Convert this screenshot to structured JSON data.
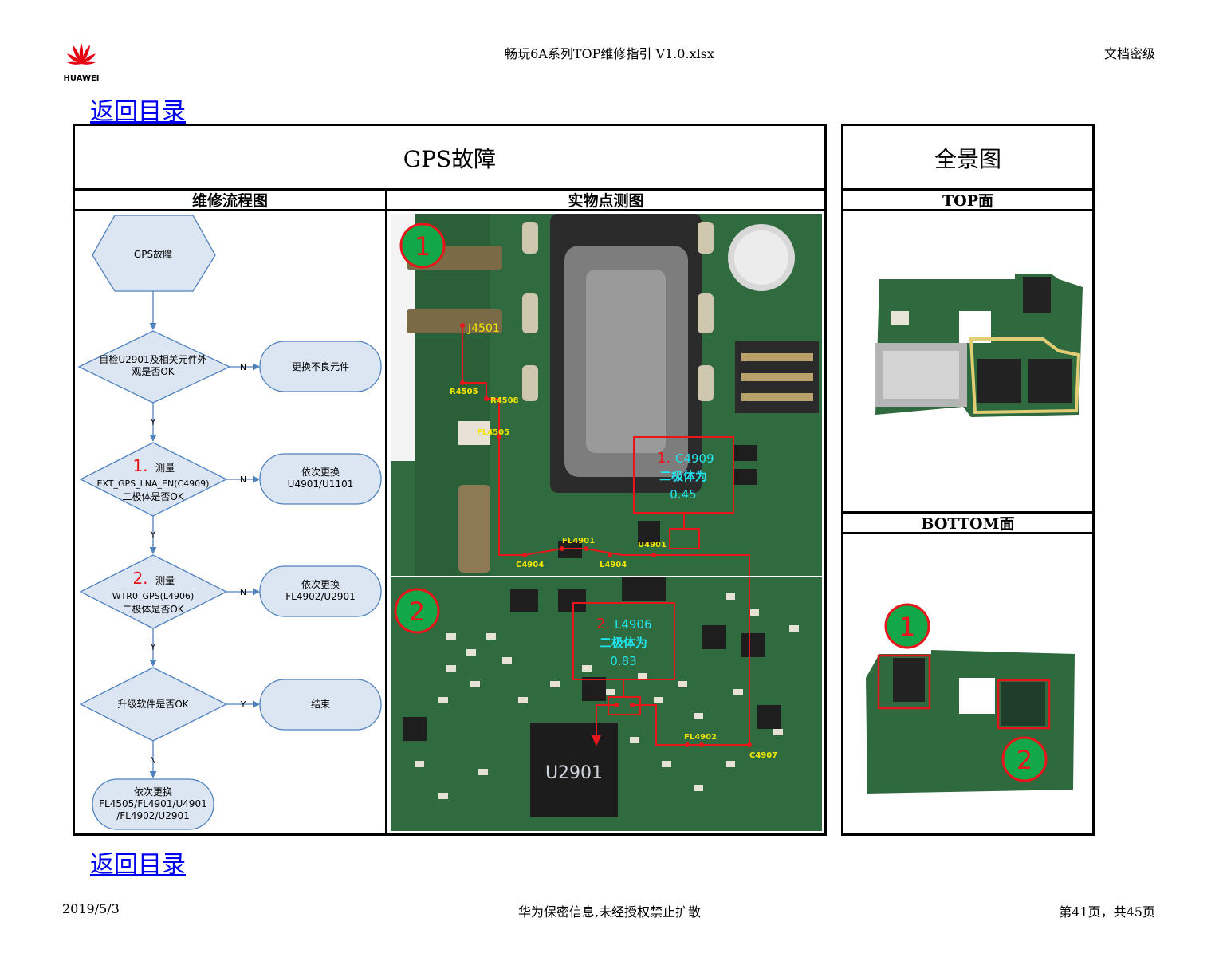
{
  "header": {
    "file_title": "畅玩6A系列TOP维修指引 V1.0.xlsx",
    "classification": "文档密级",
    "logo_text": "HUAWEI"
  },
  "nav": {
    "back_top": "返回目录",
    "back_bottom": "返回目录"
  },
  "main_table": {
    "title": "GPS故障",
    "col_flow": "维修流程图",
    "col_photo": "实物点测图"
  },
  "overview_table": {
    "title": "全景图",
    "top_label": "TOP面",
    "bottom_label": "BOTTOM面"
  },
  "flowchart": {
    "start": "GPS故障",
    "step1_line1": "目检U2901及相关元件外",
    "step1_line2": "观是否OK",
    "step1_action": "更换不良元件",
    "step2_num": "1.",
    "step2_word": "测量",
    "step2_line2": "EXT_GPS_LNA_EN(C4909)",
    "step2_line3": "二极体是否OK",
    "step2_action_line1": "依次更换",
    "step2_action_line2": "U4901/U1101",
    "step3_num": "2.",
    "step3_word": "测量",
    "step3_line2": "WTR0_GPS(L4906)",
    "step3_line3": "二极体是否OK",
    "step3_action_line1": "依次更换",
    "step3_action_line2": "FL4902/U2901",
    "step4": "升级软件是否OK",
    "step4_action": "结束",
    "final_line1": "依次更换",
    "final_line2": "FL4505/FL4901/U4901",
    "final_line3": "/FL4902/U2901",
    "label_n": "N",
    "label_y": "Y"
  },
  "photo1": {
    "marker": "1",
    "connector": "J4501",
    "parts": [
      "R4505",
      "R4508",
      "FL4505",
      "C4904",
      "FL4901",
      "L4904",
      "U4901"
    ],
    "callout_num": "1.",
    "callout_ref": "C4909",
    "callout_line2": "二极体为",
    "callout_value": "0.45"
  },
  "photo2": {
    "marker": "2",
    "chip": "U2901",
    "parts": [
      "FL4902",
      "C4907"
    ],
    "callout_num": "2.",
    "callout_ref": "L4906",
    "callout_line2": "二极体为",
    "callout_value": "0.83"
  },
  "overview_bottom": {
    "marker1": "1",
    "marker2": "2"
  },
  "footer": {
    "date": "2019/5/3",
    "notice": "华为保密信息,未经授权禁止扩散",
    "page": "第41页，共45页"
  },
  "colors": {
    "link": "#0000ee",
    "pcb_green": "#2f6b3f",
    "flow_fill": "#dce6f2",
    "flow_stroke": "#4f81bd",
    "annotation_red": "#e8161b",
    "annotation_yellow": "#f2e500",
    "annotation_cyan": "#22e5f0",
    "marker_green": "#12a84a"
  }
}
